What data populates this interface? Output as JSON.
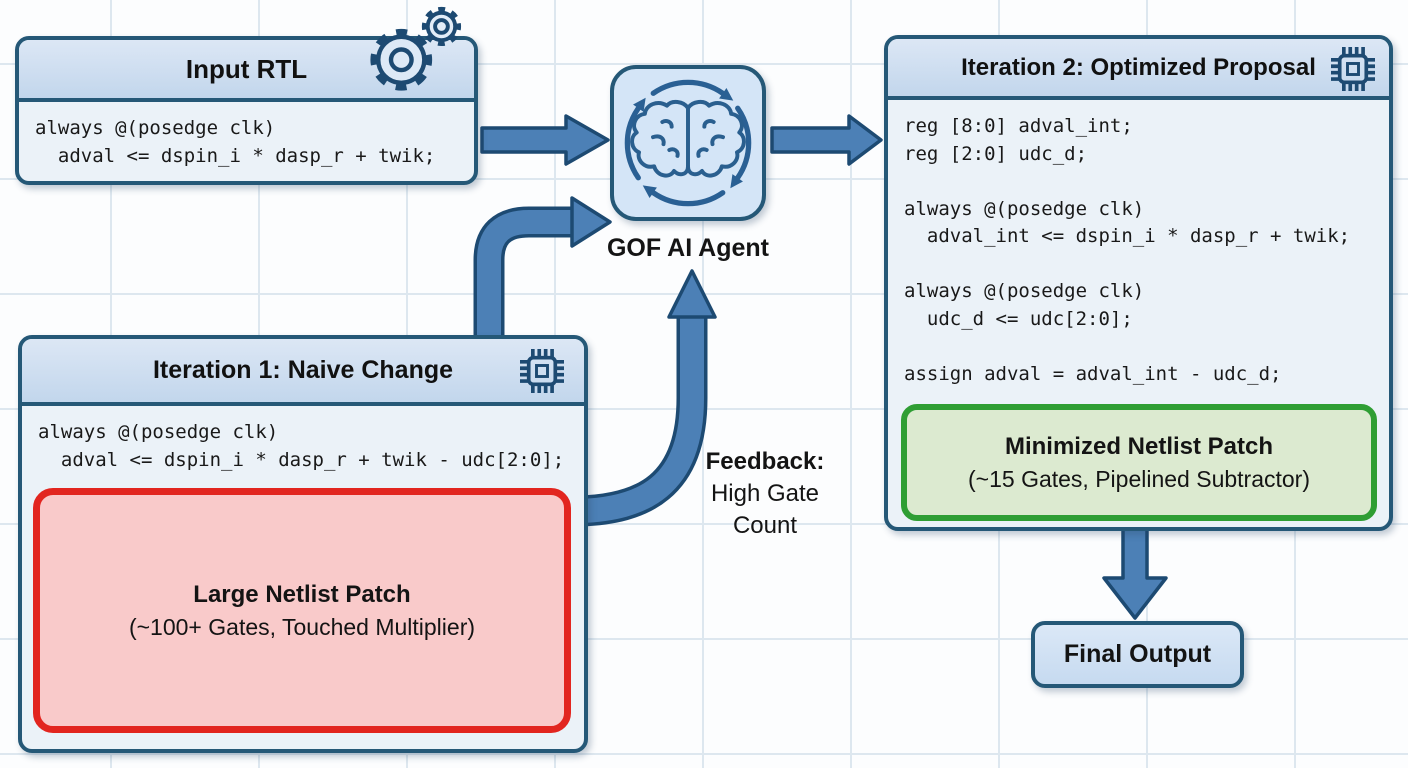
{
  "diagram": {
    "input_rtl": {
      "title": "Input RTL",
      "code": "always @(posedge clk)\n  adval <= dspin_i * dasp_r + twik;"
    },
    "agent": {
      "label": "GOF AI Agent"
    },
    "iteration1": {
      "title": "Iteration 1: Naive Change",
      "code": "always @(posedge clk)\n  adval <= dspin_i * dasp_r + twik - udc[2:0];",
      "patch_title": "Large Netlist Patch",
      "patch_subtitle": "(~100+ Gates, Touched Multiplier)"
    },
    "iteration2": {
      "title": "Iteration 2: Optimized Proposal",
      "code": "reg [8:0] adval_int;\nreg [2:0] udc_d;\n\nalways @(posedge clk)\n  adval_int <= dspin_i * dasp_r + twik;\n\nalways @(posedge clk)\n  udc_d <= udc[2:0];\n\nassign adval = adval_int - udc_d;",
      "patch_title": "Minimized Netlist Patch",
      "patch_subtitle": "(~15 Gates, Pipelined Subtractor)"
    },
    "feedback": {
      "line1": "Feedback:",
      "line2": "High Gate",
      "line3": "Count"
    },
    "final_output": {
      "label": "Final Output"
    }
  },
  "icons": {
    "input_rtl": "gears-icon",
    "iteration1": "chip-icon",
    "iteration2": "chip-icon",
    "agent": "brain-cycle-icon"
  },
  "colors": {
    "box_border": "#255877",
    "header_fill": "#cfe0f1",
    "body_fill": "#ebf2f8",
    "agent_fill": "#d4e5f7",
    "arrow_fill": "#4c80b6",
    "arrow_outline": "#1d4a72",
    "error_fill": "#f9caca",
    "error_border": "#e2251f",
    "success_fill": "#dcead0",
    "success_border": "#2f9e34",
    "grid_line": "#dde7ef"
  }
}
